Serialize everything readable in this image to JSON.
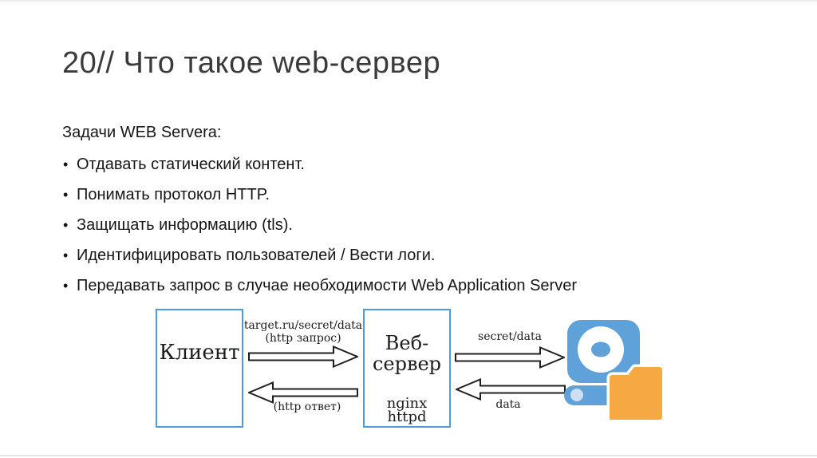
{
  "slide": {
    "title": "20// Что такое web-сервер",
    "tasks_heading": "Задачи WEB Servera:",
    "bullets": [
      "Отдавать статический контент.",
      "Понимать протокол HTTP.",
      "Защищать информацию (tls).",
      "Идентифицировать пользователей / Вести логи.",
      "Передавать запрос в случае необходимости Web Application Server"
    ]
  },
  "diagram": {
    "client_box_label": "Клиент",
    "server_box_label_lines": [
      "Веб-",
      "сервер"
    ],
    "server_software_lines": [
      "nginx",
      "httpd"
    ],
    "request_arrow_url": "target.ru/secret/data",
    "request_arrow_note": "(http запрос)",
    "response_arrow_note": "(http ответ)",
    "storage_request_label": "secret/data",
    "storage_response_label": "data",
    "icons": [
      "hard-drive-icon",
      "folder-icon"
    ],
    "colors": {
      "box_border_blue": "#4e9bd8",
      "drive_blue": "#5fa2d9",
      "drive_hub_light": "#cde0f2",
      "folder_orange": "#f6a843",
      "arrow_outline": "#1f1f1f"
    }
  }
}
